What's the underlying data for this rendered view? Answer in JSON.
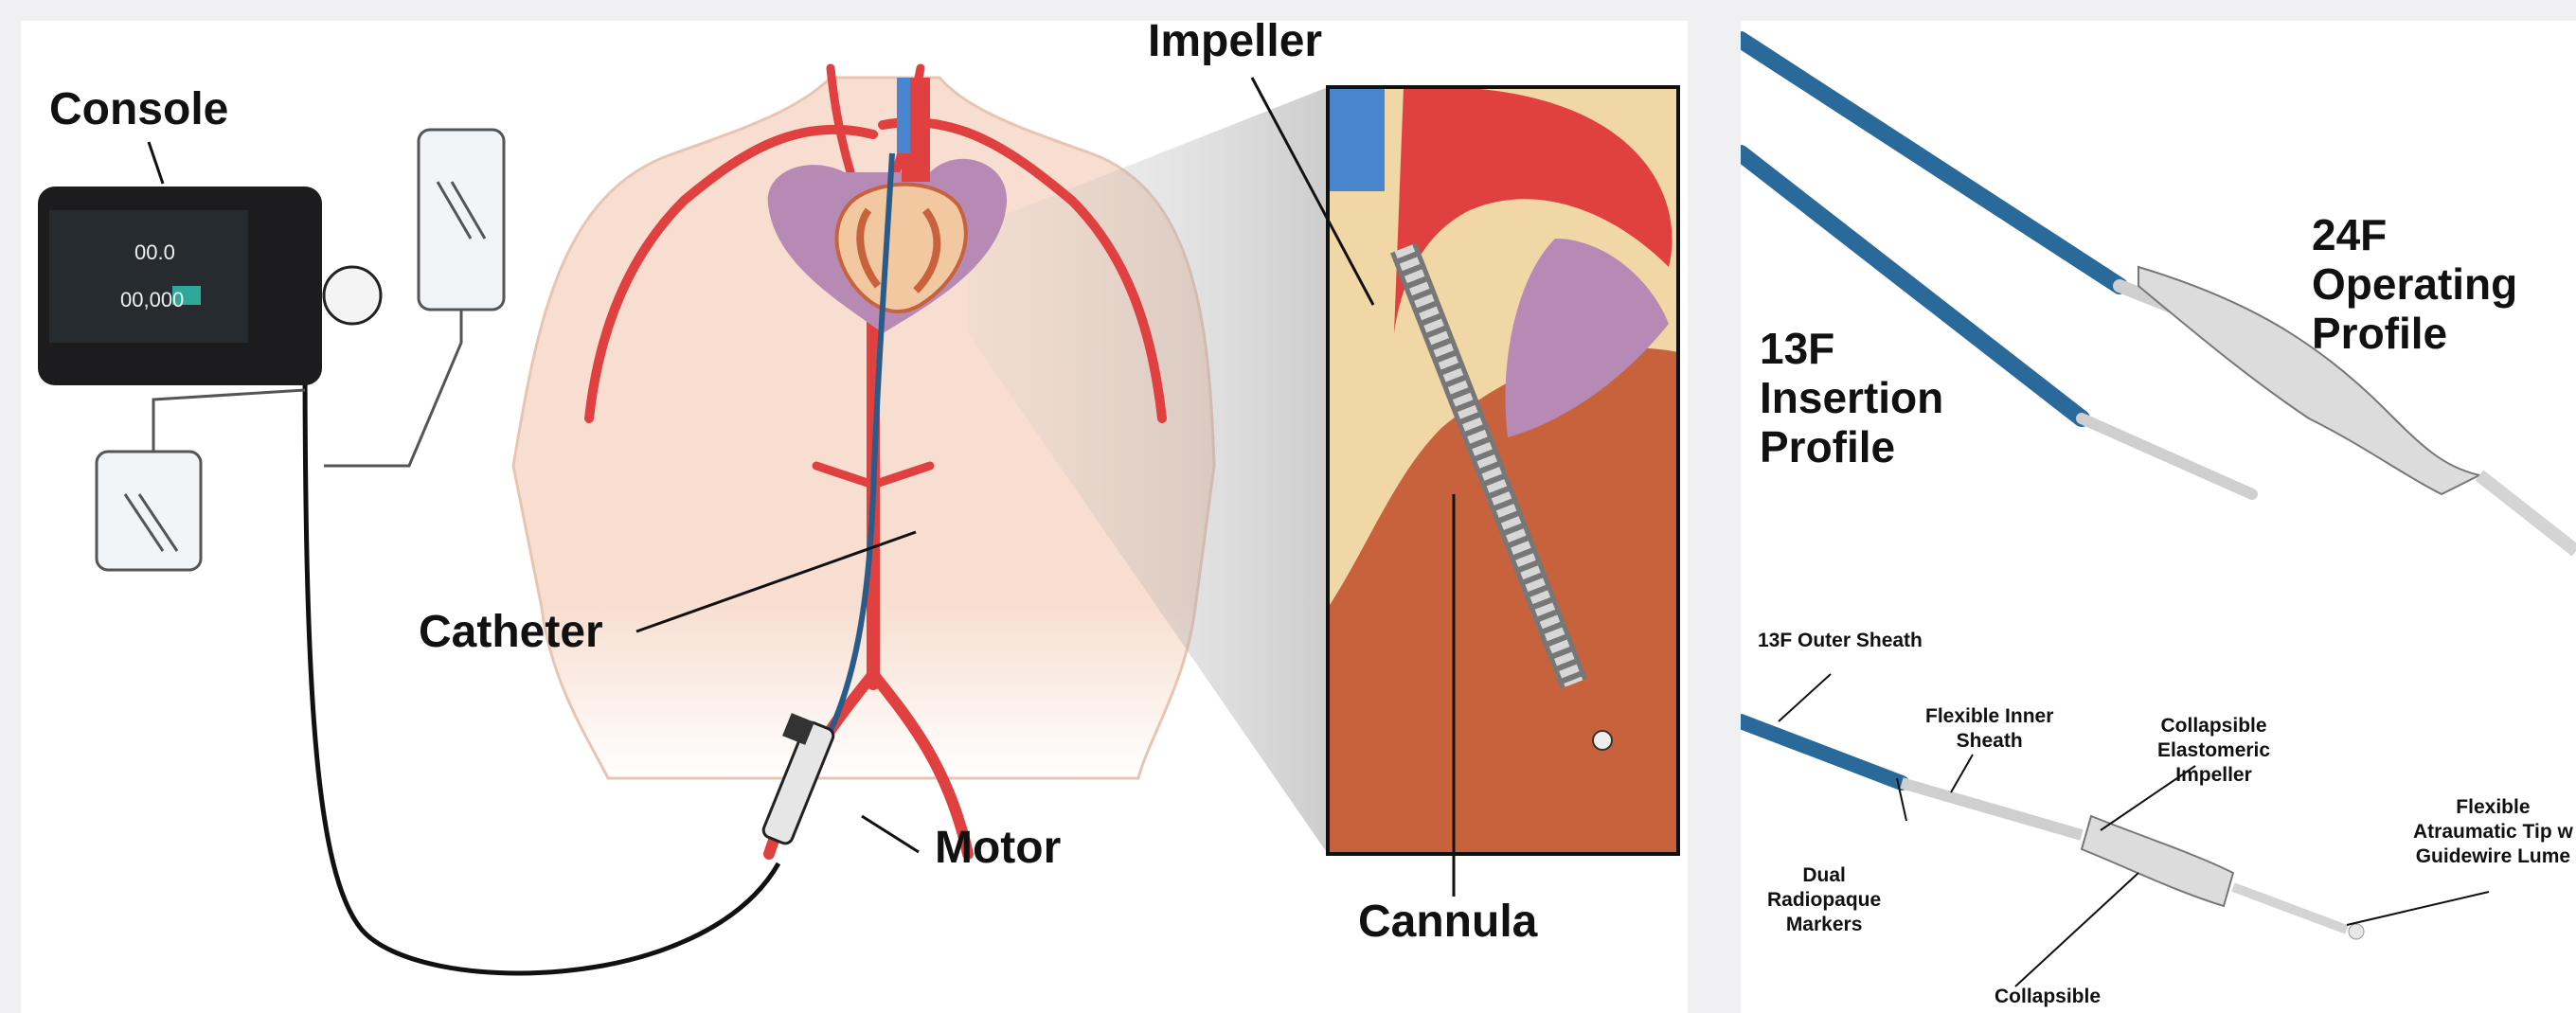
{
  "left_panel": {
    "labels": {
      "console": "Console",
      "impeller": "Impeller",
      "catheter": "Catheter",
      "motor": "Motor",
      "cannula": "Cannula"
    },
    "console_screen": {
      "top_value": "00.0",
      "bottom_value": "00,000"
    }
  },
  "right_panel": {
    "profile_13f": [
      "13F",
      "Insertion",
      "Profile"
    ],
    "profile_24f": [
      "24F",
      "Operating",
      "Profile"
    ],
    "callouts": {
      "outer_sheath": "13F Outer Sheath",
      "inner_sheath": [
        "Flexible Inner",
        "Sheath"
      ],
      "impeller": [
        "Collapsible",
        "Elastomeric",
        "Impeller"
      ],
      "markers": [
        "Dual",
        "Radiopaque",
        "Markers"
      ],
      "tip": [
        "Flexible",
        "Atraumatic Tip w",
        "Guidewire Lume"
      ],
      "bottom": "Collapsible"
    }
  },
  "colors": {
    "artery": "#e0403f",
    "skin": "#f6dccd",
    "heart_muscle": "#c8623c",
    "catheter_blue": "#2a5c8a",
    "console_body": "#1c1c1e"
  }
}
